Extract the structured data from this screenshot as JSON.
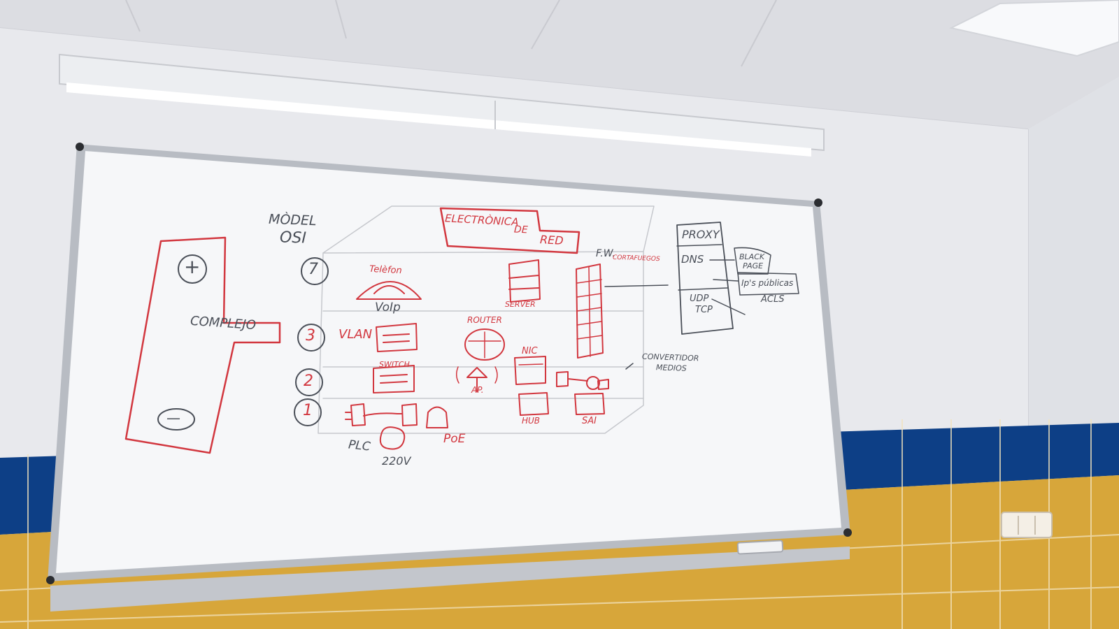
{
  "colors": {
    "marker_red": "#d2373f",
    "marker_black": "#4a4f58",
    "tile_blue": "#0d3f86",
    "tile_yellow": "#d7a63a",
    "board": "#f6f7f9",
    "wall": "#e7e8ec"
  },
  "board": {
    "title_left": "MÒDEL",
    "title_right": "OSI",
    "header_top": "ELECTRÒNICA",
    "header_mid": "DE",
    "header_bot": "RED",
    "left_plus": "+",
    "left_word": "COMPLEJO",
    "left_minus": "—",
    "layers": [
      {
        "num": "7",
        "label": ""
      },
      {
        "num": "3",
        "label": "VLAN"
      },
      {
        "num": "2",
        "label": ""
      },
      {
        "num": "1",
        "label": ""
      }
    ],
    "devices": {
      "telefon": "Telèfon",
      "voip": "VoIp",
      "server": "SERVER",
      "router": "ROUTER",
      "switch": "SWITCH",
      "ap": "AP.",
      "nic": "NIC",
      "hub": "HUB",
      "sai": "SAI",
      "fw": "F.W.",
      "cortafuegos": "CORTAFUEGOS",
      "convertidor_top": "CONVERTIDOR",
      "convertidor_bot": "MEDIOS",
      "plc": "PLC",
      "v220": "220V",
      "poe": "PoE"
    },
    "side_panel": {
      "proxy": "PROXY",
      "dns": "DNS",
      "black_top": "BLACK",
      "black_bot": "PAGE",
      "ips": "Ip's públicas",
      "acls": "ACLS",
      "udp": "UDP",
      "tcp": "TCP"
    }
  }
}
